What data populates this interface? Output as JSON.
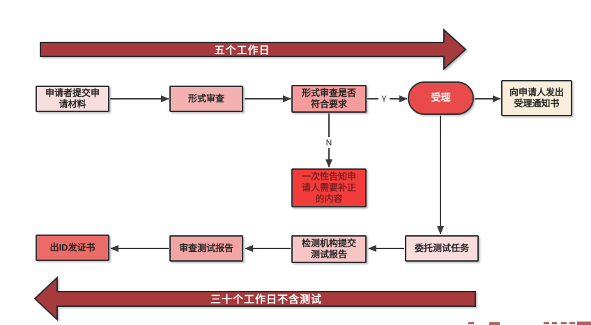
{
  "flowchart": {
    "top_banner": {
      "label": "五个工作日",
      "direction": "right"
    },
    "bottom_banner": {
      "label": "三十个工作日不含测试",
      "direction": "left"
    },
    "nodes": {
      "submit": {
        "label": "申请者提交申请材料",
        "fill": "#F8DEDE"
      },
      "formal_review": {
        "label": "形式审查",
        "fill": "#F3B1B0"
      },
      "formal_check": {
        "label": "形式审查是否符合要求",
        "fill": "#F49C9B"
      },
      "accept": {
        "label": "受理",
        "fill": "#E84B4A"
      },
      "notice": {
        "label": "向申请人发出受理通知书",
        "fill": "#F9EEDB"
      },
      "correction": {
        "label": "一次性告知申请人需要补正的内容",
        "fill": "#F23C3B"
      },
      "delegate": {
        "label": "委托测试任务",
        "fill": "#FADCDC"
      },
      "test_report": {
        "label": "检测机构提交测试报告",
        "fill": "#F6C5C4"
      },
      "review_report": {
        "label": "审查测试报告",
        "fill": "#F2A5A3"
      },
      "certificate": {
        "label": "出ID发证书",
        "fill": "#EB6B68"
      }
    },
    "edge_labels": {
      "yes": "Y",
      "no": "N"
    },
    "colors": {
      "banner": "#A63A3C",
      "box_border": "#2F3035",
      "connector": "#3A3A3A",
      "accept_text": "#FFFFFF",
      "correction_text": "#7F2222"
    }
  }
}
